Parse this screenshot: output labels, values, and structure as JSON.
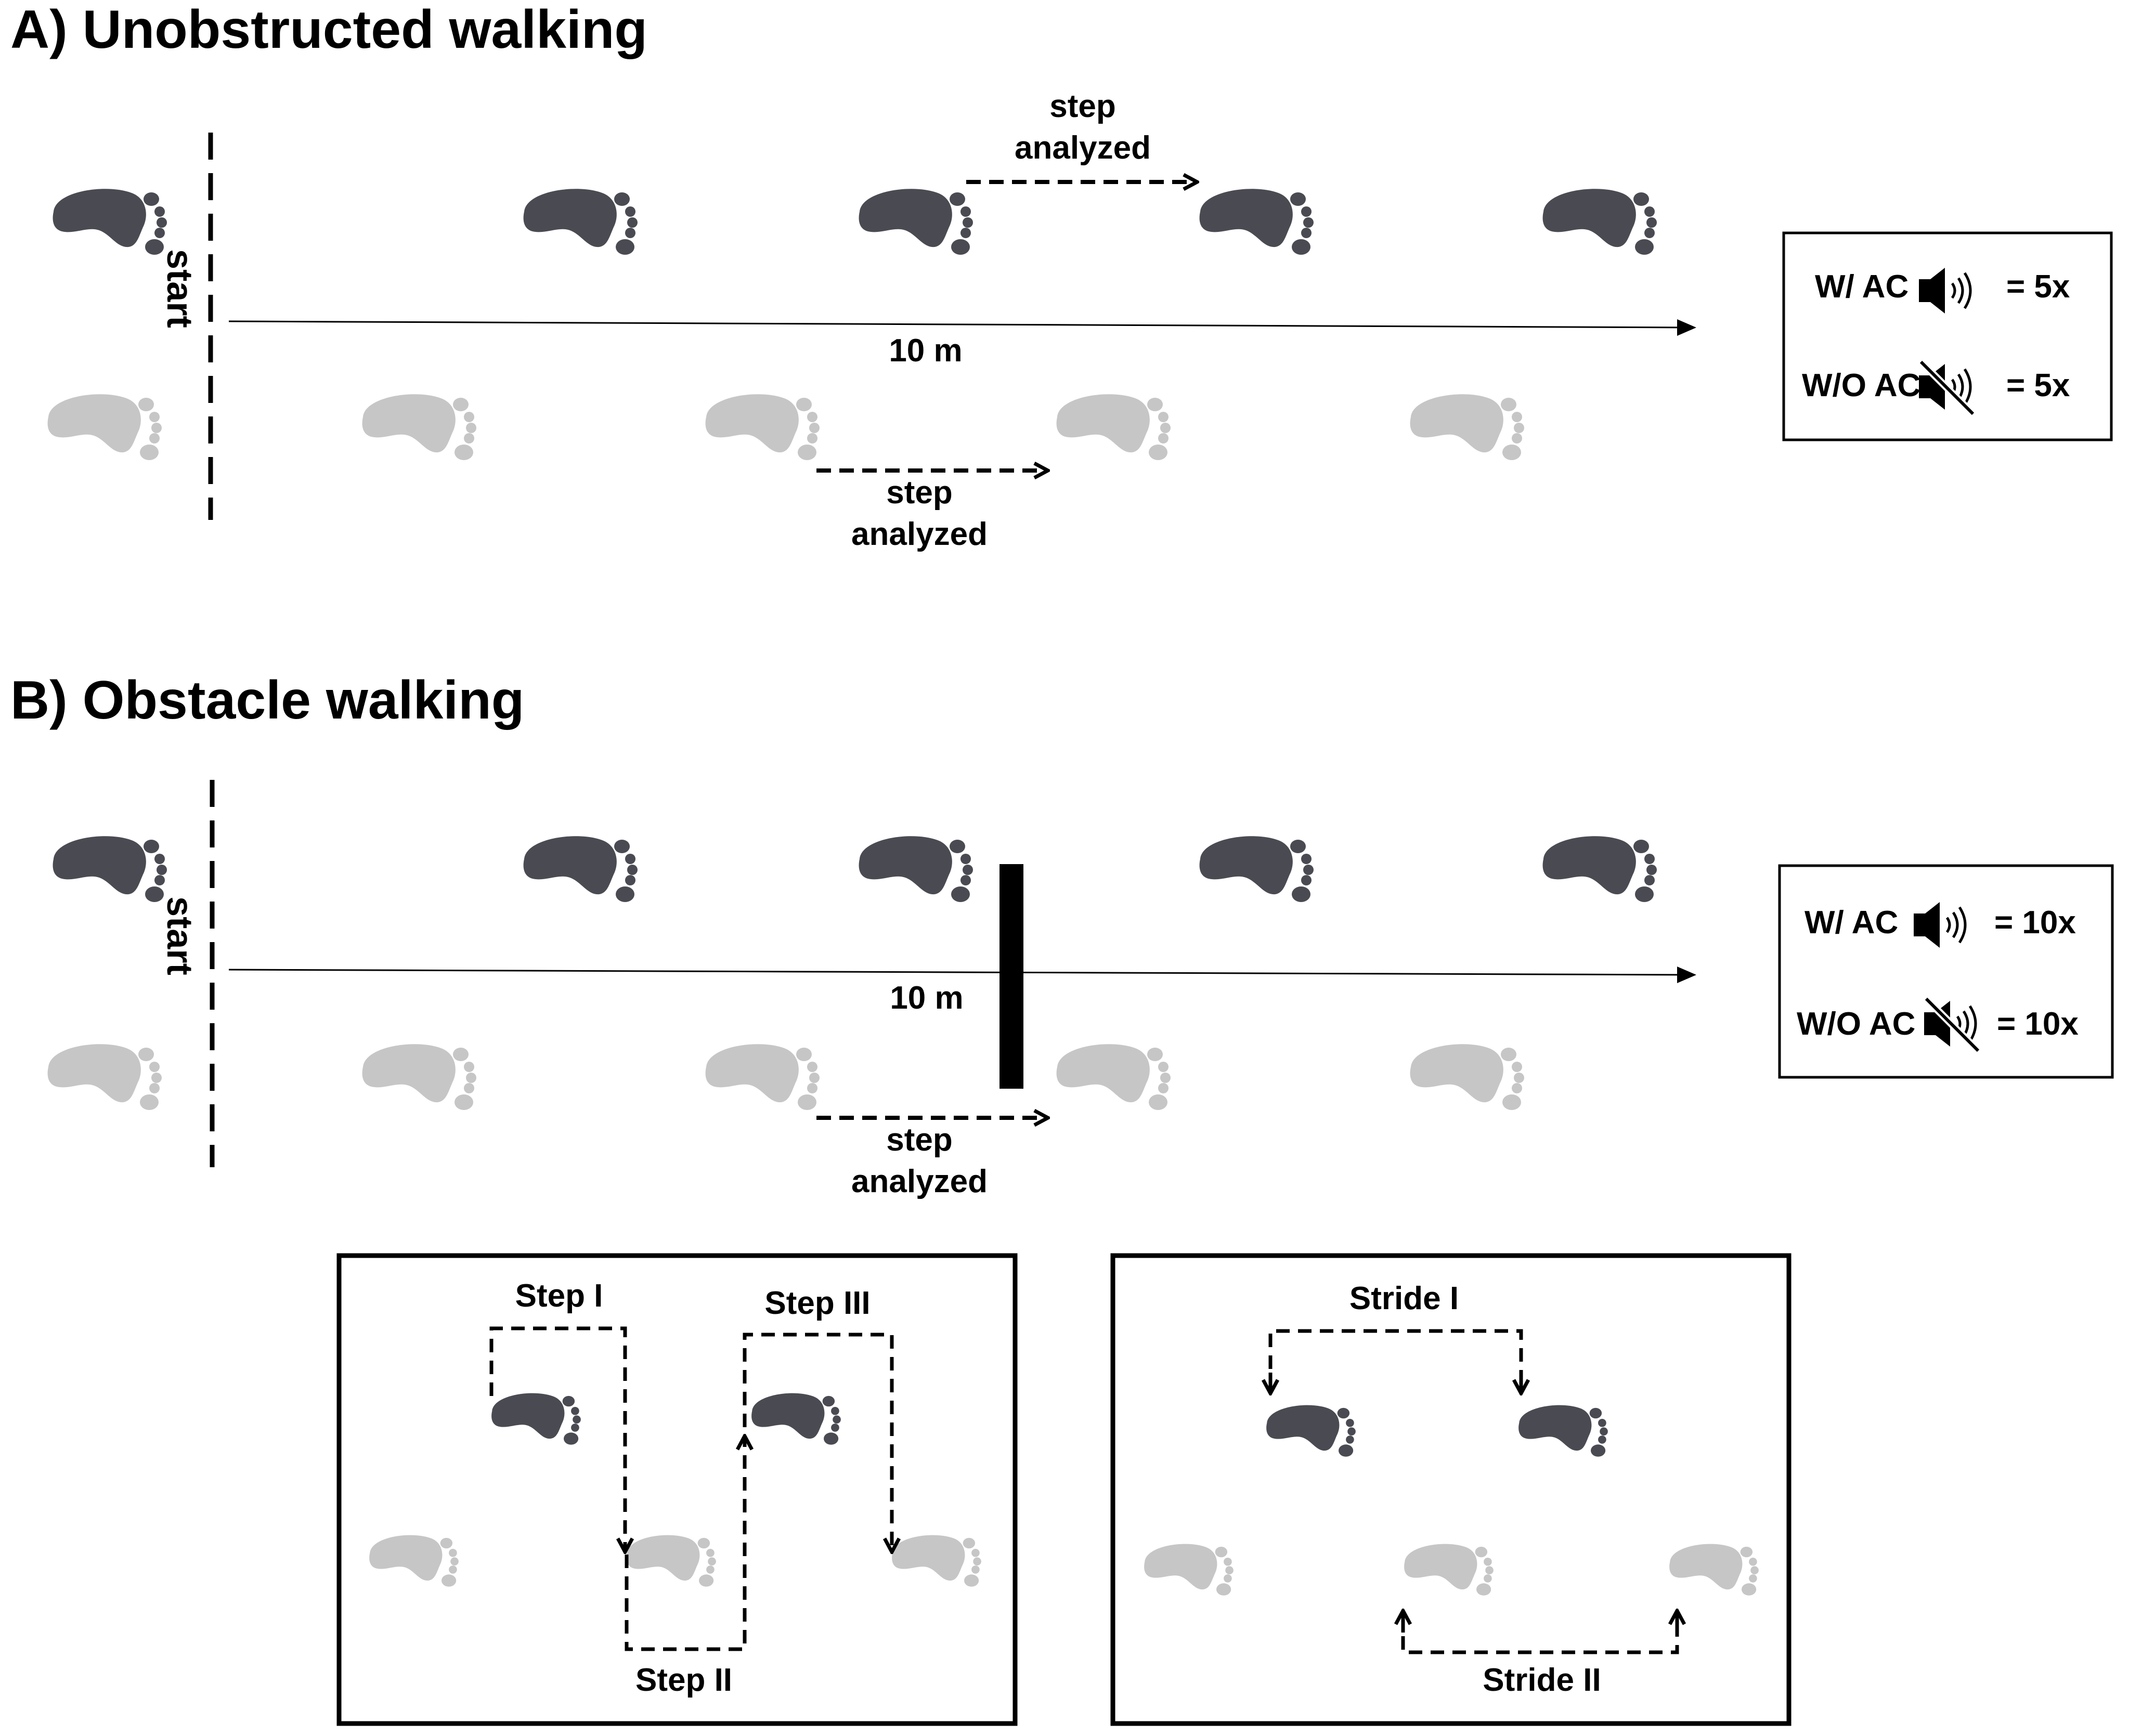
{
  "sections": {
    "a_title": "A) Unobstructed walking",
    "b_title": "B) Obstacle walking"
  },
  "track": {
    "start_label": "start",
    "distance_label": "10 m",
    "step_analyzed_line1": "step",
    "step_analyzed_line2": "analyzed"
  },
  "legend_a": {
    "with_ac": "W/ AC",
    "with_ac_count": "= 5x",
    "without_ac": "W/O AC",
    "without_ac_count": "= 5x"
  },
  "legend_b": {
    "with_ac": "W/ AC",
    "with_ac_count": "= 10x",
    "without_ac": "W/O AC",
    "without_ac_count": "= 10x"
  },
  "steps_box": {
    "step1": "Step I",
    "step2": "Step II",
    "step3": "Step III"
  },
  "strides_box": {
    "stride1": "Stride I",
    "stride2": "Stride II"
  },
  "colors": {
    "left_foot": "#4a4b52",
    "right_foot": "#c6c6c6",
    "ink": "#000000"
  },
  "icons": {
    "foot": "footprint-icon",
    "speaker_on": "speaker-on-icon",
    "speaker_muted": "speaker-muted-icon"
  }
}
